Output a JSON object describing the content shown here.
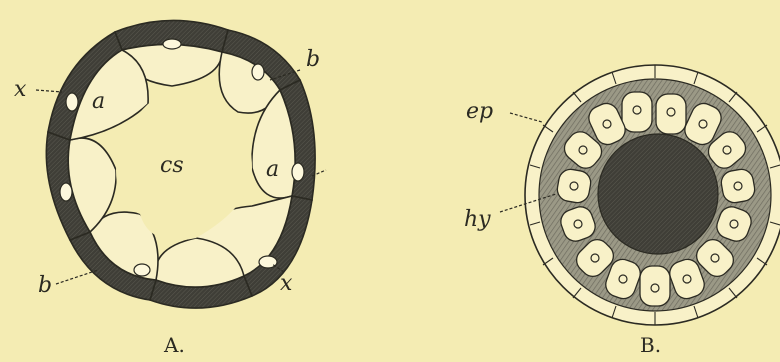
{
  "figure": {
    "panel_a": {
      "caption": "A.",
      "labels": {
        "x_left": "x",
        "a_left": "a",
        "cs": "cs",
        "a_right": "a",
        "b_top": "b",
        "b_bottom": "b",
        "x_right": "x"
      }
    },
    "panel_b": {
      "caption": "B.",
      "labels": {
        "ep": "ep",
        "hy": "hy"
      }
    },
    "colors": {
      "background": "#f4ecb3",
      "cell_fill": "#f8f1c8",
      "dark_wall": "#4f4e45",
      "mid_tissue": "#8b8a7a",
      "line": "#2b2a22"
    }
  }
}
